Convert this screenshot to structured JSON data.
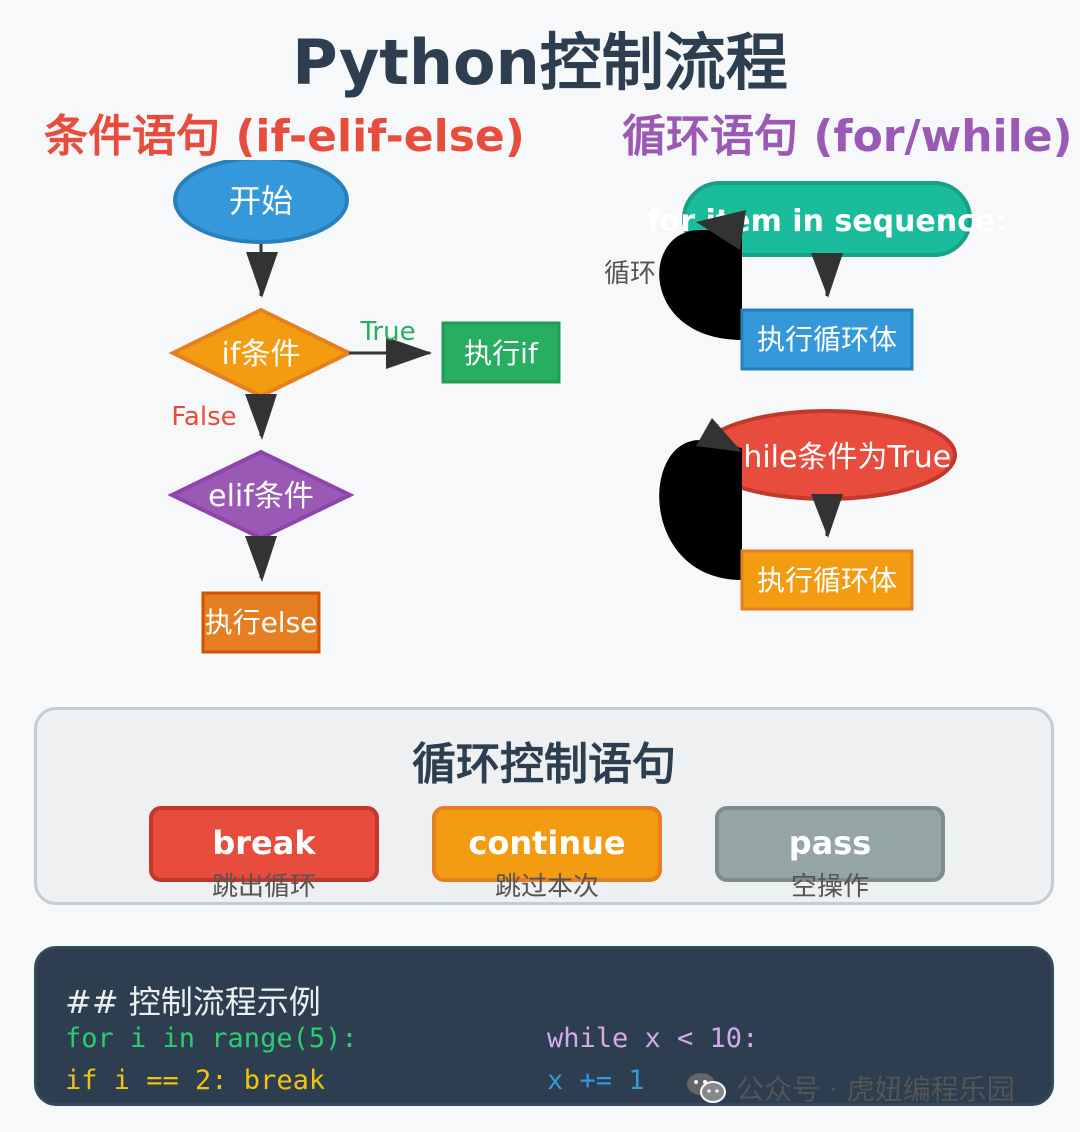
{
  "title": "Python控制流程",
  "sections": {
    "conditional": "条件语句 (if-elif-else)",
    "loop": "循环语句 (for/while)"
  },
  "conditional_flow": {
    "start": "开始",
    "if_condition": "if条件",
    "true_label": "True",
    "exec_if": "执行if",
    "false_label": "False",
    "elif_condition": "elif条件",
    "exec_else": "执行else"
  },
  "loop_flow": {
    "for_header": "for item in sequence:",
    "loop_label": "循环",
    "for_body": "执行循环体",
    "while_header": "while条件为True",
    "while_body": "执行循环体"
  },
  "colors": {
    "blue": "#3498db",
    "orange": "#f39c12",
    "green": "#27ae60",
    "purple": "#9b59b6",
    "dark_orange": "#e67e22",
    "teal": "#1abc9c",
    "red": "#e74c3c",
    "gray": "#95a5a6",
    "navy": "#2c3e50"
  },
  "control_statements": {
    "title": "循环控制语句",
    "items": [
      {
        "label": "break",
        "desc": "跳出循环"
      },
      {
        "label": "continue",
        "desc": "跳过本次"
      },
      {
        "label": "pass",
        "desc": "空操作"
      }
    ]
  },
  "code_example": {
    "heading": "## 控制流程示例",
    "line1": "for i in range(5):",
    "line2": "if i == 2: break",
    "line3": "while x < 10:",
    "line4": "x += 1"
  },
  "watermark": {
    "icon": "wechat-icon",
    "text": "公众号 · 虎妞编程乐园"
  }
}
